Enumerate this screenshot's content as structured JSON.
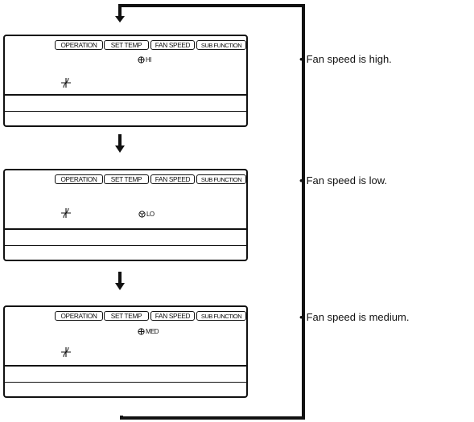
{
  "panel_buttons": {
    "operation": "OPERATION",
    "set_temp": "SET TEMP",
    "fan_speed": "FAN SPEED",
    "sub_function": "SUB FUNCTION"
  },
  "panels": [
    {
      "fan_level": "HI",
      "note": "Fan speed is high."
    },
    {
      "fan_level": "LO",
      "note": "Fan speed is low."
    },
    {
      "fan_level": "MED",
      "note": "Fan speed is medium."
    }
  ],
  "bullet": "•",
  "icons": {
    "fan_mode": "fan-blade-icon",
    "fan_speed": "fan-speed-icon",
    "flow_arrow": "arrow-down-icon"
  },
  "colors": {
    "line": "#111111",
    "background": "#ffffff"
  }
}
